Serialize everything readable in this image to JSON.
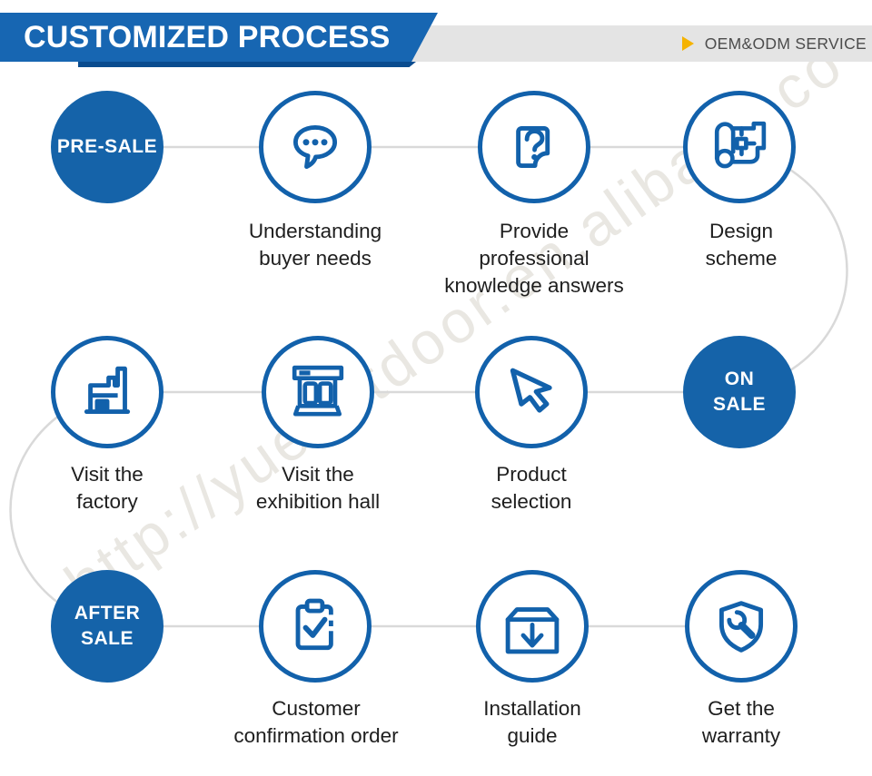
{
  "header": {
    "title": "CUSTOMIZED PROCESS",
    "service": "OEM&ODM SERVICE"
  },
  "watermark": "http://yueoutdoor.en.alibaba.co",
  "stages": [
    {
      "id": "pre-sale",
      "label": "PRE-SALE"
    },
    {
      "id": "on-sale",
      "label": "ON\nSALE"
    },
    {
      "id": "after-sale",
      "label": "AFTER\nSALE"
    }
  ],
  "steps": [
    {
      "icon": "chat-bubble-icon",
      "label": "Understanding\nbuyer needs"
    },
    {
      "icon": "question-document-icon",
      "label": "Provide\nprofessional\nknowledge answers"
    },
    {
      "icon": "blueprint-icon",
      "label": "Design\nscheme"
    },
    {
      "icon": "factory-icon",
      "label": "Visit the\nfactory"
    },
    {
      "icon": "exhibition-hall-icon",
      "label": "Visit the\nexhibition hall"
    },
    {
      "icon": "cursor-icon",
      "label": "Product\nselection"
    },
    {
      "icon": "clipboard-check-icon",
      "label": "Customer\nconfirmation order"
    },
    {
      "icon": "box-download-icon",
      "label": "Installation\nguide"
    },
    {
      "icon": "shield-wrench-icon",
      "label": "Get the\nwarranty"
    }
  ],
  "colors": {
    "banner_blue": "#1766b2",
    "banner_shadow": "#0a4c8f",
    "header_bar_gray": "#e4e4e4",
    "arrow_yellow": "#f5b301",
    "circle_fill_blue": "#1563a9",
    "icon_stroke_blue": "#1261ab",
    "connector_gray": "#d9d9d9",
    "label_text": "#1e1e1e"
  }
}
